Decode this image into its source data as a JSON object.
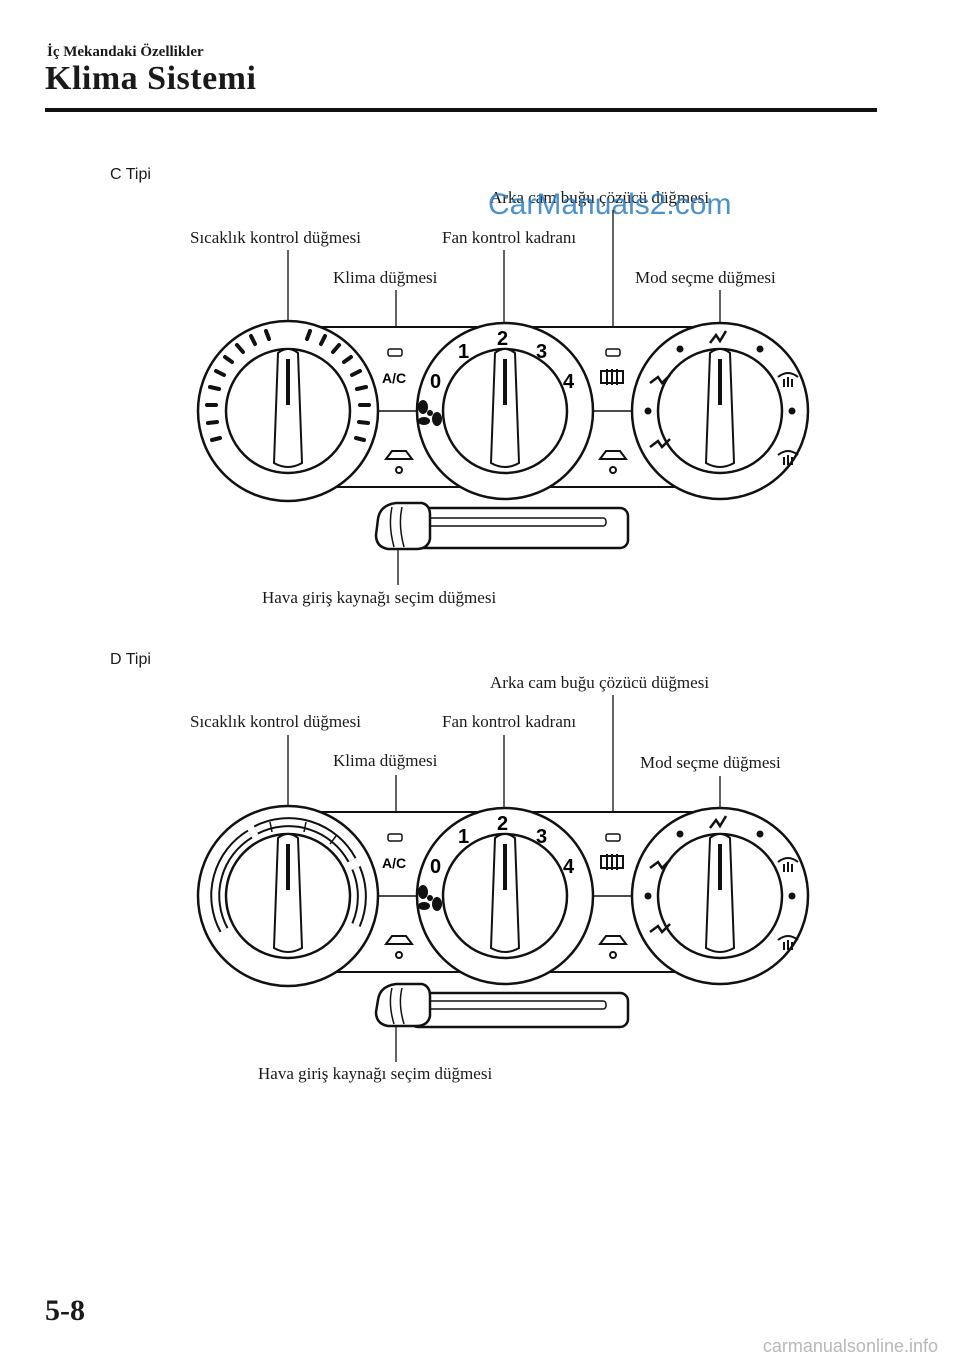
{
  "header": {
    "section": "İç Mekandaki Özellikler",
    "title": "Klima Sistemi"
  },
  "diagrams": [
    {
      "type_label": "C Tipi",
      "callouts": {
        "rear_defrost": "Arka cam buğu çözücü düğmesi",
        "temperature": "Sıcaklık kontrol düğmesi",
        "fan": "Fan kontrol kadranı",
        "ac": "Klima düğmesi",
        "mode": "Mod seçme düğmesi",
        "air_intake": "Hava giriş kaynağı seçim düğmesi"
      },
      "fan_numbers": [
        "0",
        "1",
        "2",
        "3",
        "4"
      ],
      "ac_label": "A/C"
    },
    {
      "type_label": "D Tipi",
      "callouts": {
        "rear_defrost": "Arka cam buğu çözücü düğmesi",
        "temperature": "Sıcaklık kontrol düğmesi",
        "fan": "Fan kontrol kadranı",
        "ac": "Klima düğmesi",
        "mode": "Mod seçme düğmesi",
        "air_intake": "Hava giriş kaynağı seçim düğmesi"
      },
      "fan_numbers": [
        "0",
        "1",
        "2",
        "3",
        "4"
      ],
      "ac_label": "A/C"
    }
  ],
  "page_number": "5-8",
  "watermark": "CarManuals2.com",
  "footer_site": "carmanualsonline.info"
}
